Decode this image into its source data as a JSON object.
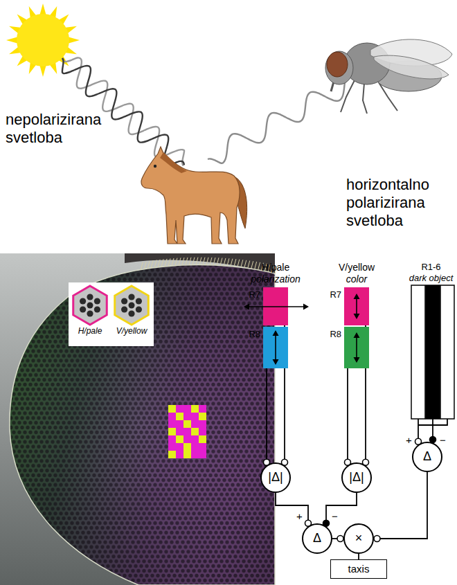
{
  "diagram": {
    "nodes": [
      {
        "text": [
          "H/pale"
        ]
      },
      {
        "text": [
          "V/yellow"
        ]
      },
      {
        "text": [
          "R7"
        ]
      },
      {
        "text": [
          "R8"
        ]
      },
      {
        "text": [
          "R7"
        ]
      },
      {
        "text": [
          "R8"
        ]
      },
      {
        "text": [
          "R1-6",
          "dark object"
        ]
      },
      {
        "text": [
          "|Δ|"
        ]
      },
      {
        "text": [
          "|Δ|"
        ]
      },
      {
        "text": [
          "Δ"
        ]
      },
      {
        "text": [
          "Δ"
        ]
      },
      {
        "text": [
          "×"
        ]
      },
      {
        "text": [
          "taxis"
        ]
      }
    ],
    "edges": [
      {
        "from": 2,
        "to": 7,
        "arrow": "to"
      },
      {
        "from": 3,
        "to": 7,
        "arrow": "to"
      },
      {
        "from": 4,
        "to": 8,
        "arrow": "to"
      },
      {
        "from": 5,
        "to": 8,
        "arrow": "to"
      },
      {
        "from": 6,
        "to": 9,
        "arrow": "to"
      },
      {
        "from": 6,
        "to": 9,
        "arrow": "to"
      },
      {
        "from": 7,
        "to": 10,
        "arrow": "to"
      },
      {
        "from": 8,
        "to": 10,
        "arrow": "to"
      },
      {
        "from": 10,
        "to": 11,
        "arrow": "to"
      },
      {
        "from": 9,
        "to": 11,
        "arrow": "to"
      },
      {
        "from": 11,
        "to": 12,
        "arrow": "none"
      }
    ],
    "labels": [
      "nepolarizirana svetloba",
      "horizontalno polarizirana svetloba",
      "H/pale",
      "polarization",
      "V/yellow",
      "color",
      "+",
      "−",
      "+",
      "−"
    ]
  }
}
